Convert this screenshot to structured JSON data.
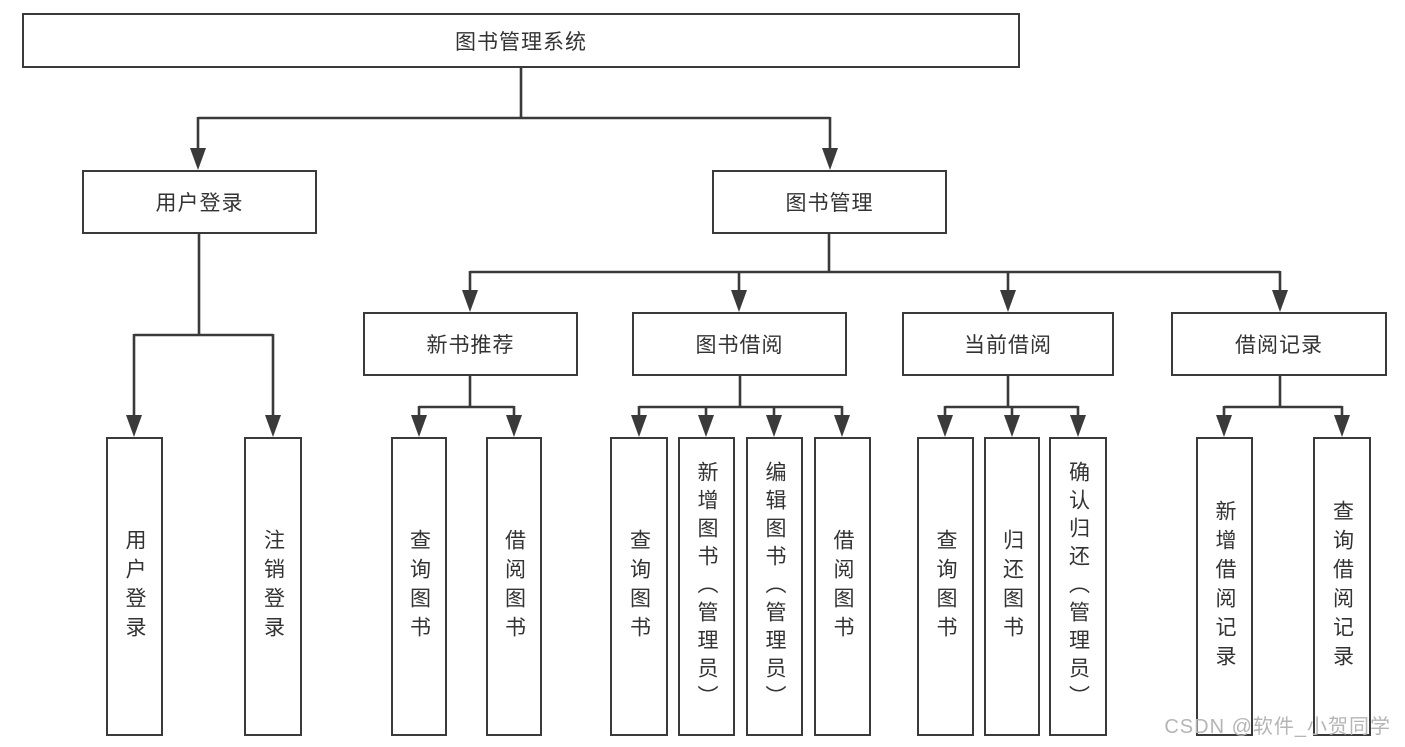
{
  "colors": {
    "line": "#3a3a3a",
    "text": "#333333",
    "watermark": "#b5b5b5"
  },
  "watermark": {
    "text": "CSDN @软件_小贺同学"
  },
  "diagram": {
    "root": {
      "label": "图书管理系统"
    },
    "level2": [
      {
        "label": "用户登录"
      },
      {
        "label": "图书管理"
      }
    ],
    "level3": [
      {
        "label": "新书推荐"
      },
      {
        "label": "图书借阅"
      },
      {
        "label": "当前借阅"
      },
      {
        "label": "借阅记录"
      }
    ],
    "leaves": {
      "user_login": [
        {
          "label": "用户登录"
        },
        {
          "label": "注销登录"
        }
      ],
      "new_books": [
        {
          "label": "查询图书"
        },
        {
          "label": "借阅图书"
        }
      ],
      "book_borrowing": [
        {
          "label": "查询图书"
        },
        {
          "label": "新增图书（管理员）"
        },
        {
          "label": "编辑图书（管理员）"
        },
        {
          "label": "借阅图书"
        }
      ],
      "current_borrowing": [
        {
          "label": "查询图书"
        },
        {
          "label": "归还图书"
        },
        {
          "label": "确认归还（管理员）"
        }
      ],
      "borrow_records": [
        {
          "label": "新增借阅记录"
        },
        {
          "label": "查询借阅记录"
        }
      ]
    }
  }
}
